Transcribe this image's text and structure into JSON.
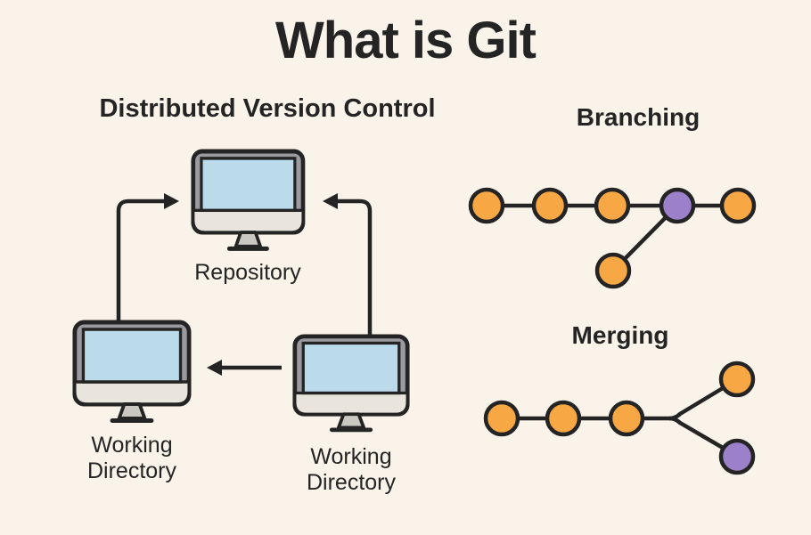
{
  "page": {
    "title": "What is Git"
  },
  "distributed_version_control": {
    "heading": "Distributed Version Control",
    "repository_label": "Repository",
    "working_directory_left_label": "Working Directory",
    "working_directory_right_label": "Working Directory",
    "arrows": [
      {
        "from": "working-directory-left",
        "to": "repository"
      },
      {
        "from": "working-directory-right",
        "to": "repository"
      },
      {
        "from": "working-directory-right",
        "to": "working-directory-left"
      }
    ]
  },
  "branching": {
    "heading": "Branching",
    "main_line_nodes": [
      "orange",
      "orange",
      "orange",
      "purple",
      "orange"
    ],
    "branch_nodes": [
      "orange"
    ]
  },
  "merging": {
    "heading": "Merging",
    "main_line_nodes": [
      "orange",
      "orange",
      "orange"
    ],
    "merge_tip_top": "orange",
    "merge_tip_bottom": "purple"
  },
  "colors": {
    "background": "#FAF3E9",
    "ink": "#242424",
    "commit_orange": "#F7A845",
    "commit_purple": "#9C80C9",
    "monitor_screen_blue": "#BBDBEB",
    "monitor_bezel_gray": "#9A9AA0",
    "monitor_chin": "#E9E5DD",
    "monitor_stand": "#CBC8C2"
  }
}
